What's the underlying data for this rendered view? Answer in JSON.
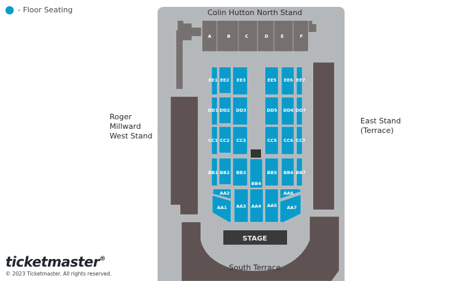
{
  "legend": {
    "label": "- Floor Seating",
    "color": "#0a9bcb"
  },
  "venue": {
    "north_stand": "Colin Hutton North Stand",
    "west_stand": "Roger\nMillward\nWest Stand",
    "east_stand": "East Stand\n(Terrace)",
    "south_stand": "South Terrace",
    "stage": "STAGE"
  },
  "north_blocks": [
    "A",
    "B",
    "C",
    "D",
    "E",
    "F"
  ],
  "floor_sections": {
    "ee": [
      "EE1",
      "EE2",
      "EE3",
      "EE5",
      "EE6",
      "EE7"
    ],
    "dd": [
      "DD1",
      "DD2",
      "DD3",
      "DD5",
      "DD6",
      "DD7"
    ],
    "cc": [
      "CC1",
      "CC2",
      "CC3",
      "CC5",
      "CC6",
      "CC7"
    ],
    "bb": [
      "BB1",
      "BB2",
      "BB3",
      "BB4",
      "BB5",
      "BB6",
      "BB7"
    ],
    "aa": [
      "AA1",
      "AA2",
      "AA3",
      "AA4",
      "AA5",
      "AA6",
      "AA7"
    ]
  },
  "footer": {
    "brand": "ticketmaster",
    "registered": "®",
    "copyright": "© 2023 Ticketmaster. All rights reserved."
  },
  "colors": {
    "floor": "#0a9bcb",
    "stand_dark": "#5e5352",
    "stand_mid": "#767170",
    "background": "#b5b8bb",
    "stage": "#3a3a3a"
  }
}
